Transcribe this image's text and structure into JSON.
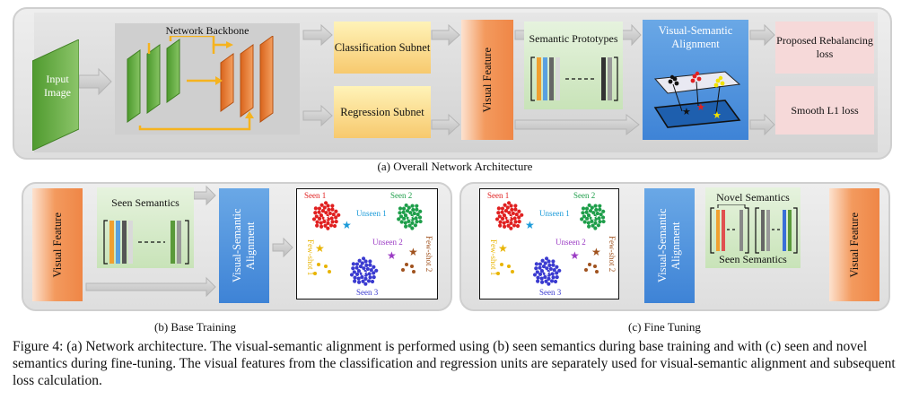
{
  "panel_a": {
    "caption": "(a) Overall Network Architecture",
    "input_image": "Input Image",
    "network_backbone": "Network Backbone",
    "classification_subnet": "Classification Subnet",
    "regression_subnet": "Regression Subnet",
    "visual_feature": "Visual Feature",
    "semantic_prototypes": "Semantic Prototypes",
    "visual_semantic_alignment": "Visual-Semantic Alignment",
    "rebalancing_loss": "Proposed Rebalancing loss",
    "smooth_l1_loss": "Smooth L1 loss"
  },
  "panel_b": {
    "caption": "(b) Base Training",
    "visual_feature": "Visual Feature",
    "seen_semantics": "Seen Semantics",
    "visual_semantic_alignment": "Visual-Semantic Alignment",
    "scatter": {
      "seen1": "Seen 1",
      "seen2": "Seen  2",
      "seen3": "Seen 3",
      "unseen1": "Unseen 1",
      "unseen2": "Unseen 2",
      "fewshot1": "Few-shot 1",
      "fewshot2": "Few-shot 2"
    }
  },
  "panel_c": {
    "caption": "(c) Fine Tuning",
    "visual_feature": "Visual Feature",
    "novel_semantics": "Novel Semantics",
    "seen_semantics": "Seen Semantics",
    "visual_semantic_alignment": "Visual-Semantic Alignment",
    "scatter": {
      "seen1": "Seen 1",
      "seen2": "Seen  2",
      "seen3": "Seen 3",
      "unseen1": "Unseen 1",
      "unseen2": "Unseen 2",
      "fewshot1": "Few-shot 1",
      "fewshot2": "Few-shot 2"
    }
  },
  "figure_caption": "Figure 4: (a) Network architecture. The visual-semantic alignment is performed using (b) seen semantics during base training and with (c) seen and novel semantics during fine-tuning. The visual features from the classification and regression units are separately used for visual-semantic alignment and subsequent loss calculation.",
  "colors": {
    "backbone_green": "#5fa83a",
    "backbone_orange": "#e8772e",
    "arrow_gray": "#d4d4d4",
    "arrow_yellow": "#f5b31f",
    "seen1": "#e02020",
    "seen2": "#1e9e4a",
    "seen3": "#3a3ad0",
    "unseen1": "#1a9ad9",
    "unseen2": "#9b3bc4",
    "fewshot1": "#e8b400",
    "fewshot2": "#a0521e"
  }
}
